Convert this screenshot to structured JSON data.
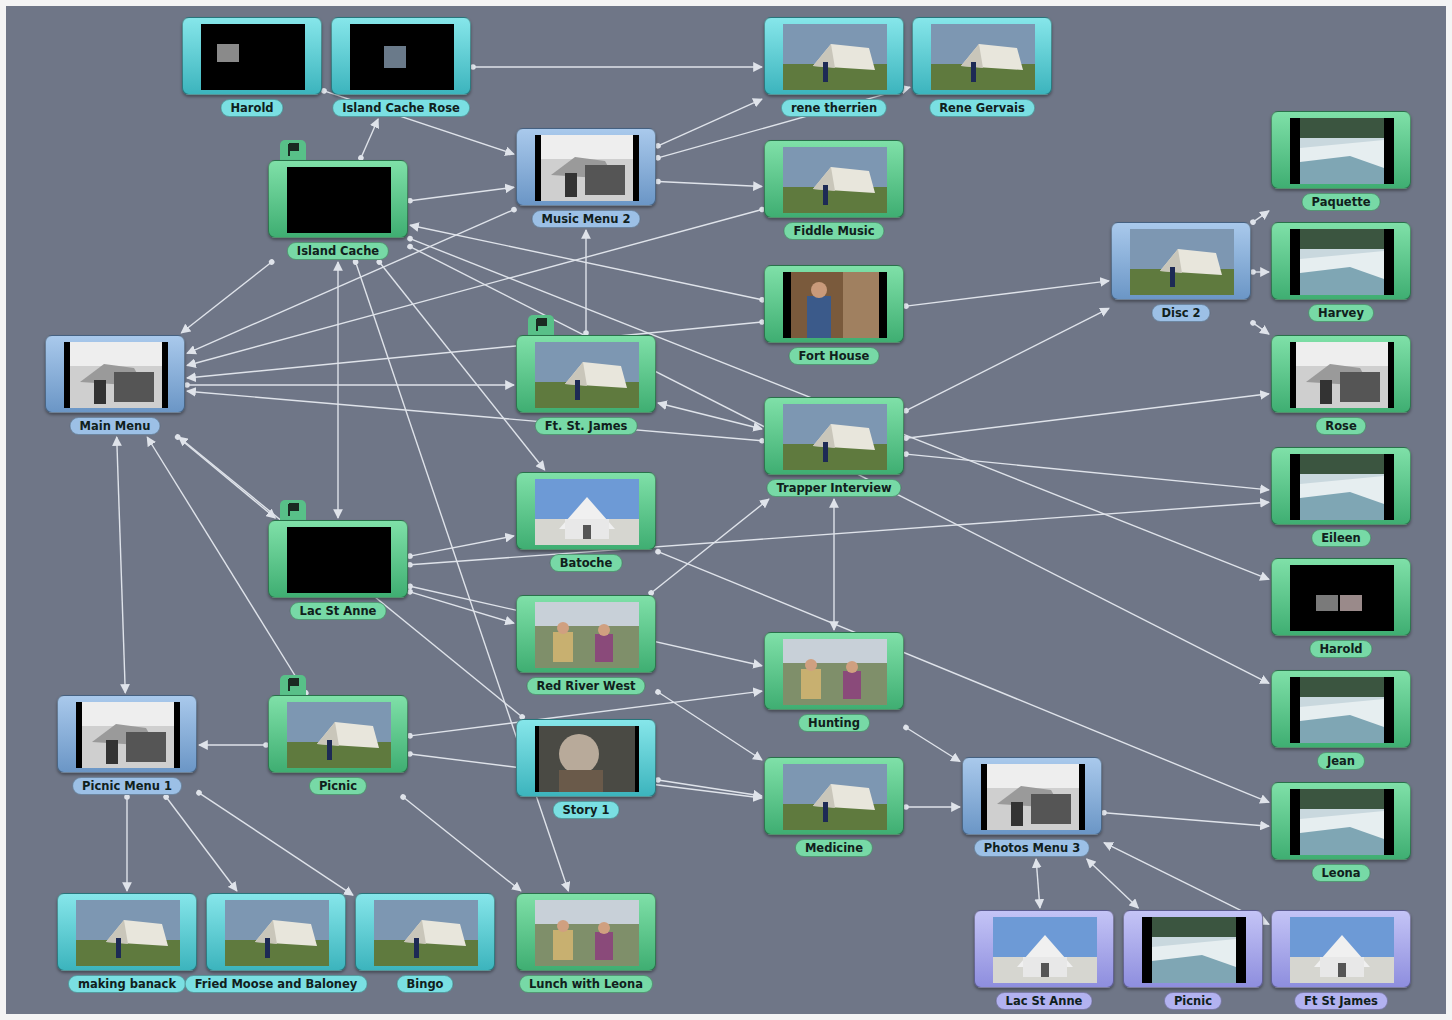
{
  "diagram": {
    "nodes": [
      {
        "text": [
          "Harold"
        ]
      },
      {
        "text": [
          "Island Cache Rose"
        ]
      },
      {
        "text": [
          "rene therrien"
        ]
      },
      {
        "text": [
          "Rene Gervais"
        ]
      },
      {
        "text": [
          "Music Menu 2"
        ]
      },
      {
        "text": [
          "Island Cache"
        ]
      },
      {
        "text": [
          "Fiddle Music"
        ]
      },
      {
        "text": [
          "Paquette"
        ]
      },
      {
        "text": [
          "Disc 2"
        ]
      },
      {
        "text": [
          "Harvey"
        ]
      },
      {
        "text": [
          "Fort House"
        ]
      },
      {
        "text": [
          "Main Menu"
        ]
      },
      {
        "text": [
          "Ft. St. James"
        ]
      },
      {
        "text": [
          "Rose"
        ]
      },
      {
        "text": [
          "Trapper Interview"
        ]
      },
      {
        "text": [
          "Eileen"
        ]
      },
      {
        "text": [
          "Batoche"
        ]
      },
      {
        "text": [
          "Lac St Anne"
        ]
      },
      {
        "text": [
          "Harold"
        ]
      },
      {
        "text": [
          "Red River West"
        ]
      },
      {
        "text": [
          "Hunting"
        ]
      },
      {
        "text": [
          "Jean"
        ]
      },
      {
        "text": [
          "Picnic Menu 1"
        ]
      },
      {
        "text": [
          "Picnic"
        ]
      },
      {
        "text": [
          "Story 1"
        ]
      },
      {
        "text": [
          "Medicine"
        ]
      },
      {
        "text": [
          "Photos Menu 3"
        ]
      },
      {
        "text": [
          "Leona"
        ]
      },
      {
        "text": [
          "making banack"
        ]
      },
      {
        "text": [
          "Fried Moose and Baloney"
        ]
      },
      {
        "text": [
          "Bingo"
        ]
      },
      {
        "text": [
          "Lunch with Leona"
        ]
      },
      {
        "text": [
          "Lac St Anne"
        ]
      },
      {
        "text": [
          "Picnic"
        ]
      },
      {
        "text": [
          "Ft St James"
        ]
      }
    ],
    "edges": [
      {
        "from": 5,
        "to": 1,
        "arrow": "to"
      },
      {
        "from": 5,
        "to": 4,
        "arrow": "to"
      },
      {
        "from": 5,
        "to": 11,
        "arrow": "to"
      },
      {
        "from": 0,
        "to": 4,
        "arrow": "to"
      },
      {
        "from": 1,
        "to": 2,
        "arrow": "to"
      },
      {
        "from": 4,
        "to": 2,
        "arrow": "to"
      },
      {
        "from": 4,
        "to": 3,
        "arrow": "to"
      },
      {
        "from": 4,
        "to": 6,
        "arrow": "to"
      },
      {
        "from": 4,
        "to": 11,
        "arrow": "to"
      },
      {
        "from": 12,
        "to": 4,
        "arrow": "to"
      },
      {
        "from": 6,
        "to": 11,
        "arrow": "to"
      },
      {
        "from": 10,
        "to": 8,
        "arrow": "to"
      },
      {
        "from": 10,
        "to": 11,
        "arrow": "to"
      },
      {
        "from": 10,
        "to": 5,
        "arrow": "to"
      },
      {
        "from": 8,
        "to": 7,
        "arrow": "to"
      },
      {
        "from": 8,
        "to": 9,
        "arrow": "to"
      },
      {
        "from": 8,
        "to": 13,
        "arrow": "to"
      },
      {
        "from": 11,
        "to": 22,
        "arrow": "both"
      },
      {
        "from": 11,
        "to": 17,
        "arrow": "to"
      },
      {
        "from": 11,
        "to": 12,
        "arrow": "to"
      },
      {
        "from": 17,
        "to": 5,
        "arrow": "both"
      },
      {
        "from": 17,
        "to": 16,
        "arrow": "to"
      },
      {
        "from": 17,
        "to": 19,
        "arrow": "to"
      },
      {
        "from": 17,
        "to": 20,
        "arrow": "to"
      },
      {
        "from": 17,
        "to": 15,
        "arrow": "to"
      },
      {
        "from": 14,
        "to": 11,
        "arrow": "to"
      },
      {
        "from": 14,
        "to": 13,
        "arrow": "to"
      },
      {
        "from": 14,
        "to": 15,
        "arrow": "to"
      },
      {
        "from": 14,
        "to": 8,
        "arrow": "to"
      },
      {
        "from": 20,
        "to": 14,
        "arrow": "both"
      },
      {
        "from": 20,
        "to": 26,
        "arrow": "to"
      },
      {
        "from": 12,
        "to": 14,
        "arrow": "both"
      },
      {
        "from": 19,
        "to": 25,
        "arrow": "to"
      },
      {
        "from": 19,
        "to": 14,
        "arrow": "to"
      },
      {
        "from": 23,
        "to": 22,
        "arrow": "to"
      },
      {
        "from": 23,
        "to": 20,
        "arrow": "to"
      },
      {
        "from": 23,
        "to": 25,
        "arrow": "to"
      },
      {
        "from": 23,
        "to": 31,
        "arrow": "to"
      },
      {
        "from": 23,
        "to": 11,
        "arrow": "to"
      },
      {
        "from": 22,
        "to": 28,
        "arrow": "to"
      },
      {
        "from": 22,
        "to": 29,
        "arrow": "to"
      },
      {
        "from": 22,
        "to": 30,
        "arrow": "to"
      },
      {
        "from": 24,
        "to": 25,
        "arrow": "to"
      },
      {
        "from": 24,
        "to": 11,
        "arrow": "to"
      },
      {
        "from": 25,
        "to": 26,
        "arrow": "to"
      },
      {
        "from": 26,
        "to": 32,
        "arrow": "both"
      },
      {
        "from": 26,
        "to": 33,
        "arrow": "both"
      },
      {
        "from": 26,
        "to": 34,
        "arrow": "both"
      },
      {
        "from": 26,
        "to": 27,
        "arrow": "to"
      },
      {
        "from": 5,
        "to": 16,
        "arrow": "to"
      },
      {
        "from": 5,
        "to": 31,
        "arrow": "to"
      },
      {
        "from": 5,
        "to": 18,
        "arrow": "to"
      },
      {
        "from": 5,
        "to": 21,
        "arrow": "to"
      },
      {
        "from": 16,
        "to": 27,
        "arrow": "to"
      }
    ]
  }
}
